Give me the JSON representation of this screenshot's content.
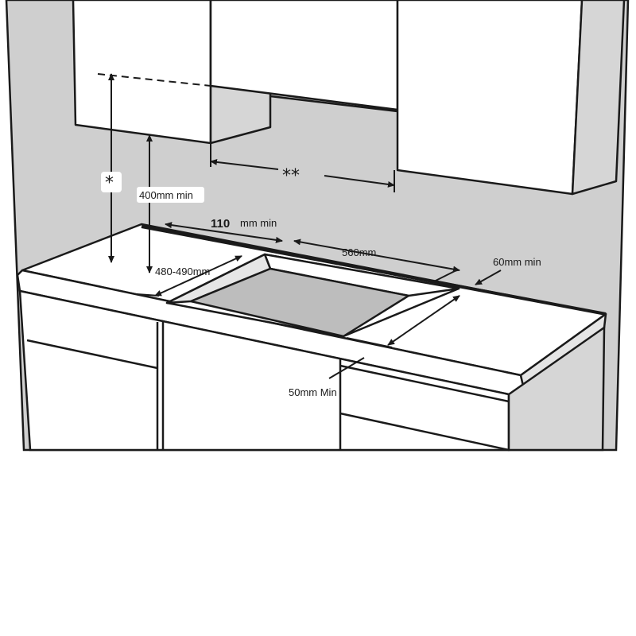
{
  "labels": {
    "star_single": "*",
    "star_double": "**",
    "min_height": "400mm min",
    "rear_value": "110",
    "rear_unit": "mm min",
    "cutout_width": "560mm",
    "side_clearance": "60mm min",
    "cutout_depth": "480-490mm",
    "front_clearance": "50mm Min"
  },
  "colors": {
    "wall_grey": "#cfcfcf",
    "cutout_grey": "#bdbdbd",
    "line": "#1a1a1a",
    "white": "#ffffff"
  }
}
